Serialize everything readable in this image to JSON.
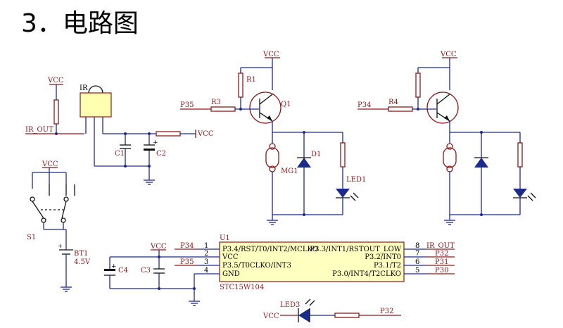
{
  "title": "3．电路图",
  "labels": {
    "vcc": "VCC",
    "ir": "IR",
    "ir_out": "IR_OUT",
    "c1": "C1",
    "c2": "C2",
    "s1": "S1",
    "bt1": "BT1",
    "bt1_v": "4.5V",
    "p35": "P35",
    "p34": "P34",
    "r1": "R1",
    "r3": "R3",
    "r4": "R4",
    "q1": "Q1",
    "d1": "D1",
    "mg1": "MG1",
    "led1": "LED1",
    "led3": "LED3",
    "u1": "U1",
    "c3": "C3",
    "c4": "C4",
    "p32": "P32",
    "p31": "P31",
    "p30": "P30",
    "chip_name": "STC15W104"
  },
  "chip": {
    "left_pins": [
      {
        "num": "1",
        "name": "P3.4/RST/T0/INT2/MCLKO"
      },
      {
        "num": "2",
        "name": "VCC"
      },
      {
        "num": "3",
        "name": "P3.5/T0CLKO/INT3"
      },
      {
        "num": "4",
        "name": "GND"
      }
    ],
    "right_pins": [
      {
        "num": "8",
        "name": "P3.3/INT1/RSTOUT_LOW"
      },
      {
        "num": "7",
        "name": "P3.2/INT0"
      },
      {
        "num": "6",
        "name": "P3.1/T2"
      },
      {
        "num": "5",
        "name": "P3.0/INT4/T2CLKO"
      }
    ]
  },
  "colors": {
    "wire": "#1c2a8a",
    "component": "#8b1a1a",
    "chip_fill": "#ffffc0",
    "ir_fill": "#ffffb0"
  }
}
